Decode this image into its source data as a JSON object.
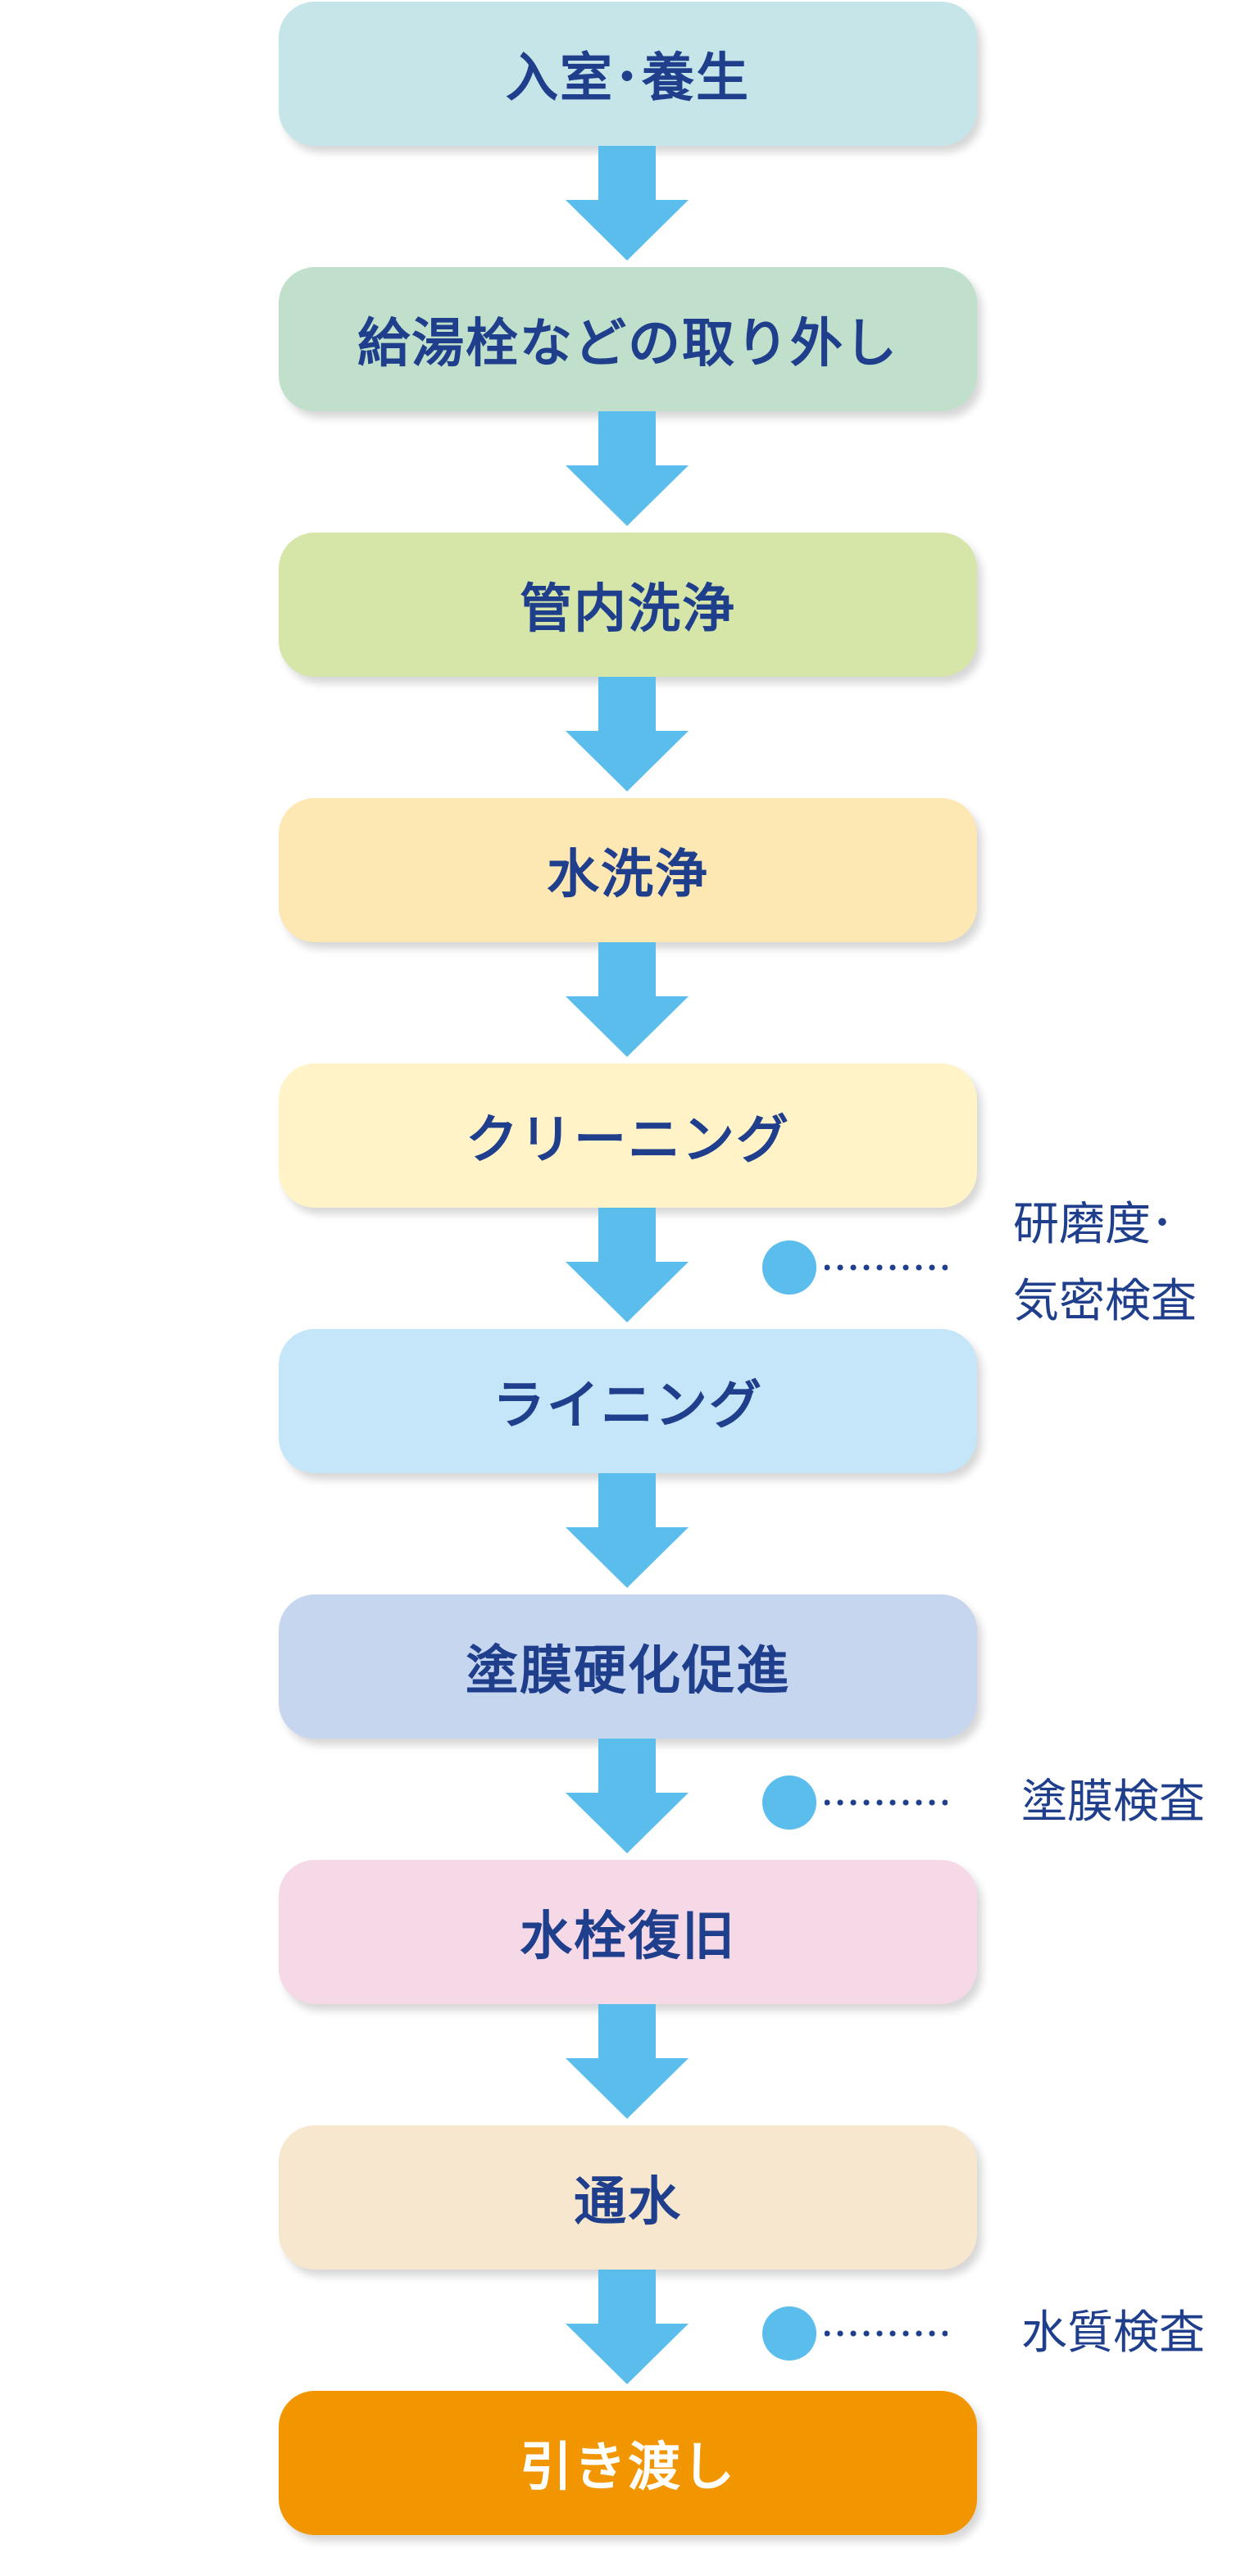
{
  "colors": {
    "label_text": "#1f3f8c",
    "arrow": "#5bbdec",
    "note_text": "#1f3f8c"
  },
  "steps": [
    {
      "label": "入室･養生",
      "color": "#c5e5e9"
    },
    {
      "label": "給湯栓などの取り外し",
      "color": "#c0e0cb"
    },
    {
      "label": "管内洗浄",
      "color": "#d5e6a8"
    },
    {
      "label": "水洗浄",
      "color": "#fde7b3"
    },
    {
      "label": "クリーニング",
      "color": "#fff3c7"
    },
    {
      "label": "ライニング",
      "color": "#c5e5f8"
    },
    {
      "label": "塗膜硬化促進",
      "color": "#c5d6ee"
    },
    {
      "label": "水栓復旧",
      "color": "#f6d9e6"
    },
    {
      "label": "通水",
      "color": "#f8e7cf"
    },
    {
      "label": "引き渡し",
      "color": "#f19600"
    }
  ],
  "notes": [
    {
      "line1": "研磨度･",
      "line2": "気密検査"
    },
    {
      "line1": "塗膜検査"
    },
    {
      "line1": "水質検査"
    }
  ]
}
